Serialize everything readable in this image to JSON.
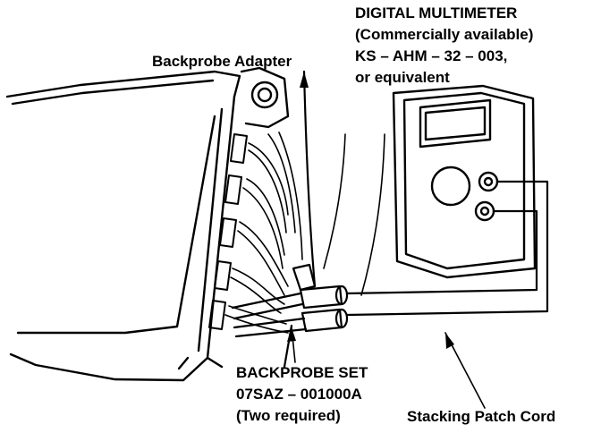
{
  "labels": {
    "multimeter": {
      "line1": "DIGITAL MULTIMETER",
      "line2": "(Commercially available)",
      "line3": "KS – AHM – 32 – 003,",
      "line4": "or equivalent"
    },
    "backprobe_adapter": "Backprobe Adapter",
    "backprobe_set": {
      "line1": "BACKPROBE SET",
      "line2": "07SAZ – 001000A",
      "line3": "(Two required)"
    },
    "stacking_patch_cord": "Stacking Patch Cord"
  },
  "colors": {
    "ink": "#000000",
    "paper": "#ffffff"
  }
}
